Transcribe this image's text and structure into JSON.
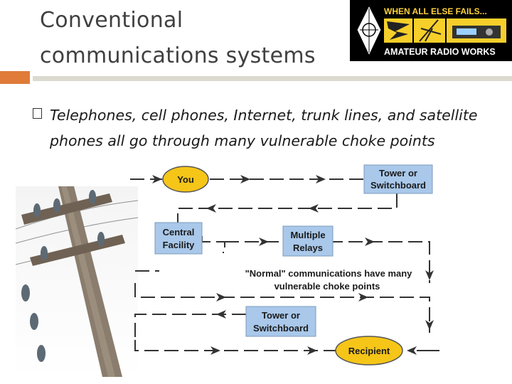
{
  "slide": {
    "title_line1": "Conventional",
    "title_line2": "communications systems",
    "bullet": "Telephones, cell phones, Internet, trunk lines, and satellite phones all go through many vulnerable choke points"
  },
  "logo": {
    "top_text": "WHEN ALL ELSE FAILS...",
    "bottom_text": "AMATEUR RADIO WORKS"
  },
  "diagram": {
    "you": "You",
    "tower1_line1": "Tower or",
    "tower1_line2": "Switchboard",
    "central_line1": "Central",
    "central_line2": "Facility",
    "relays_line1": "Multiple",
    "relays_line2": "Relays",
    "note_line1": "\"Normal\" communications have many",
    "note_line2": "vulnerable choke points",
    "tower2_line1": "Tower or",
    "tower2_line2": "Switchboard",
    "recipient": "Recipient"
  },
  "colors": {
    "accent": "#E07B39",
    "rule": "#DCD9CF",
    "box_fill": "#A9C8EA",
    "oval_fill": "#F5C518"
  }
}
